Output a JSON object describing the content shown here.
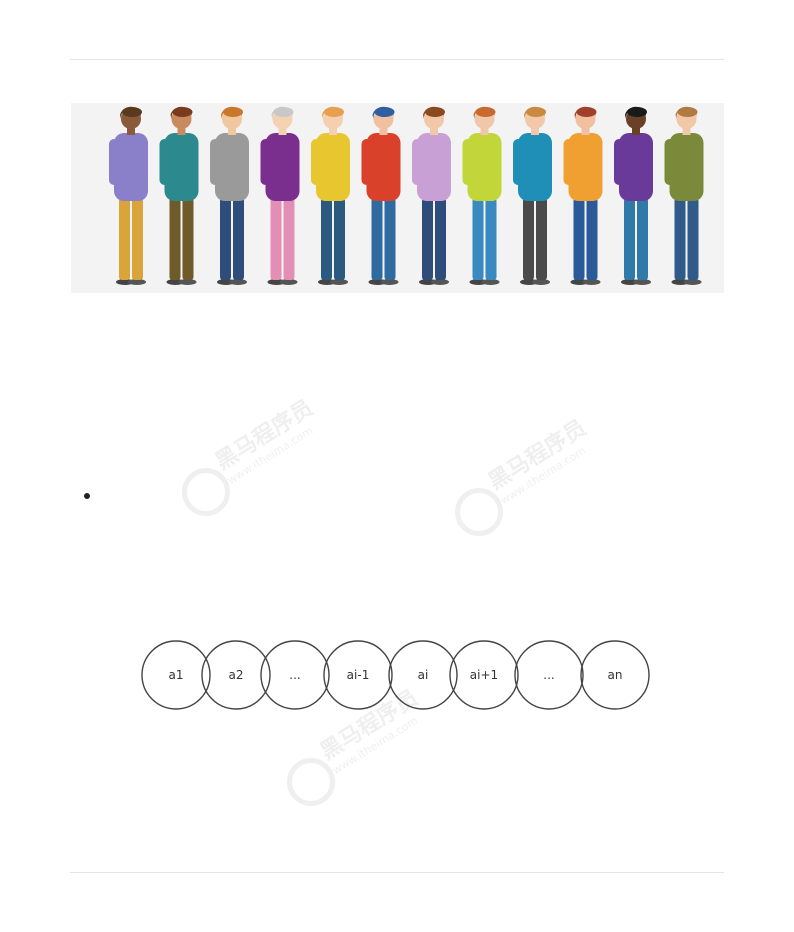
{
  "illustration": {
    "description_icon": "people-standing-in-queue",
    "background_color": "#f3f3f3",
    "people_colors": [
      {
        "shirt": "#8a7fc9",
        "pants": "#d9a43a",
        "hair": "#5a3a1e"
      },
      {
        "shirt": "#2c8a8e",
        "pants": "#6f5a2a",
        "hair": "#7a3b1c"
      },
      {
        "shirt": "#9a9a9a",
        "pants": "#2f4d7a",
        "hair": "#c9772a"
      },
      {
        "shirt": "#7a2f8f",
        "pants": "#e38fb5",
        "hair": "#c8c8c8"
      },
      {
        "shirt": "#e8c630",
        "pants": "#2a5a80",
        "hair": "#e8a050"
      },
      {
        "shirt": "#d9412a",
        "pants": "#2f6aa0",
        "hair": "#2f5fa0"
      },
      {
        "shirt": "#c9a0d6",
        "pants": "#2f4d7a",
        "hair": "#8a4a20"
      },
      {
        "shirt": "#c2d63a",
        "pants": "#3a8ac2",
        "hair": "#c86a30"
      },
      {
        "shirt": "#1f8fb8",
        "pants": "#4a4a4a",
        "hair": "#c98a40"
      },
      {
        "shirt": "#f0a030",
        "pants": "#2a5a9a",
        "hair": "#a0402a"
      },
      {
        "shirt": "#6a3a9a",
        "pants": "#2f7aa8",
        "hair": "#1a1a1a"
      },
      {
        "shirt": "#7a8a3a",
        "pants": "#2f5a8a",
        "hair": "#b07a40"
      }
    ]
  },
  "sequence": {
    "nodes": [
      "a1",
      "a2",
      "...",
      "ai-1",
      "ai",
      "ai+1",
      "...",
      "an"
    ]
  },
  "watermark": {
    "cn": "黑马程序员",
    "en": "www.itheima.com",
    "icon": "horse-logo-icon"
  },
  "colors": {
    "rule": "#e4e4e4",
    "node_stroke": "#444444"
  }
}
